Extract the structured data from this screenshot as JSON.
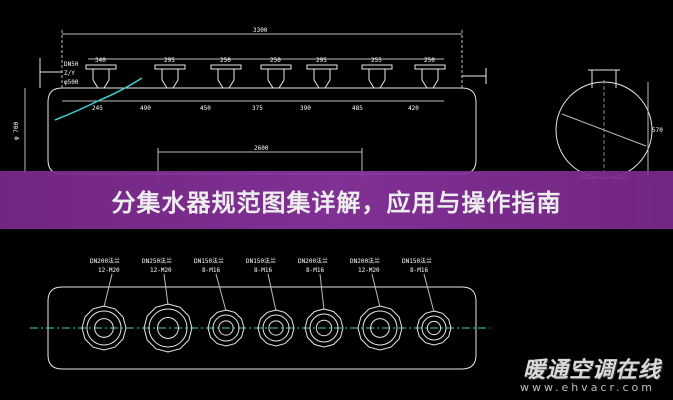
{
  "title": "分集水器规范图集详解，应用与操作指南",
  "watermark": {
    "brand": "暖通空调在线",
    "url": "www.ehvacr.com"
  },
  "drawing": {
    "total_length": "3300",
    "top_dims": [
      "340",
      "295",
      "250",
      "250",
      "295",
      "255",
      "250"
    ],
    "pitch_dims": [
      "245",
      "490",
      "450",
      "375",
      "390",
      "485",
      "420"
    ],
    "inner_dim": "2600",
    "left_dia": "φ 700",
    "right_dim": "570",
    "left_notes": [
      "DN50",
      "Z/Y",
      "φ500"
    ],
    "callouts": [
      {
        "l1": "DN200法兰",
        "l2": "12-M20"
      },
      {
        "l1": "DN250法兰",
        "l2": "12-M20"
      },
      {
        "l1": "DN150法兰",
        "l2": "8-M16"
      },
      {
        "l1": "DN150法兰",
        "l2": "8-M16"
      },
      {
        "l1": "DN200法兰",
        "l2": "8-M16"
      },
      {
        "l1": "DN200法兰",
        "l2": "12-M20"
      },
      {
        "l1": "DN150法兰",
        "l2": "8-M16"
      }
    ]
  }
}
